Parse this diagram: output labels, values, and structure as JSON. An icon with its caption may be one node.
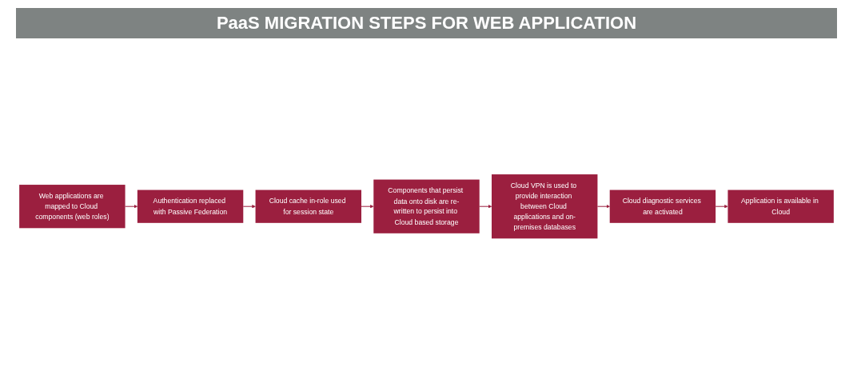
{
  "diagram": {
    "title": "PaaS MIGRATION STEPS FOR WEB APPLICATION",
    "nodes": [
      {
        "text": [
          "Web applications are mapped to Cloud components (web roles)"
        ]
      },
      {
        "text": [
          "Authentication replaced with Passive Federation"
        ]
      },
      {
        "text": [
          "Cloud cache in-role used for session state"
        ]
      },
      {
        "text": [
          "Components that persist data onto disk are re-written to persist into Cloud based storage"
        ]
      },
      {
        "text": [
          "Application is available in Cloud"
        ]
      },
      {
        "text": [
          "Cloud diagnostic services are activated"
        ]
      },
      {
        "text": [
          "Cloud VPN is used to provide interaction between Cloud applications and on-premises databases"
        ]
      }
    ],
    "edges": [
      {
        "from": 0,
        "to": 1,
        "arrow": "to"
      },
      {
        "from": 1,
        "to": 2,
        "arrow": "to"
      },
      {
        "from": 2,
        "to": 3,
        "arrow": "to"
      },
      {
        "from": 3,
        "to": 6,
        "arrow": "to"
      },
      {
        "from": 6,
        "to": 5,
        "arrow": "to"
      },
      {
        "from": 5,
        "to": 4,
        "arrow": "to"
      }
    ]
  }
}
